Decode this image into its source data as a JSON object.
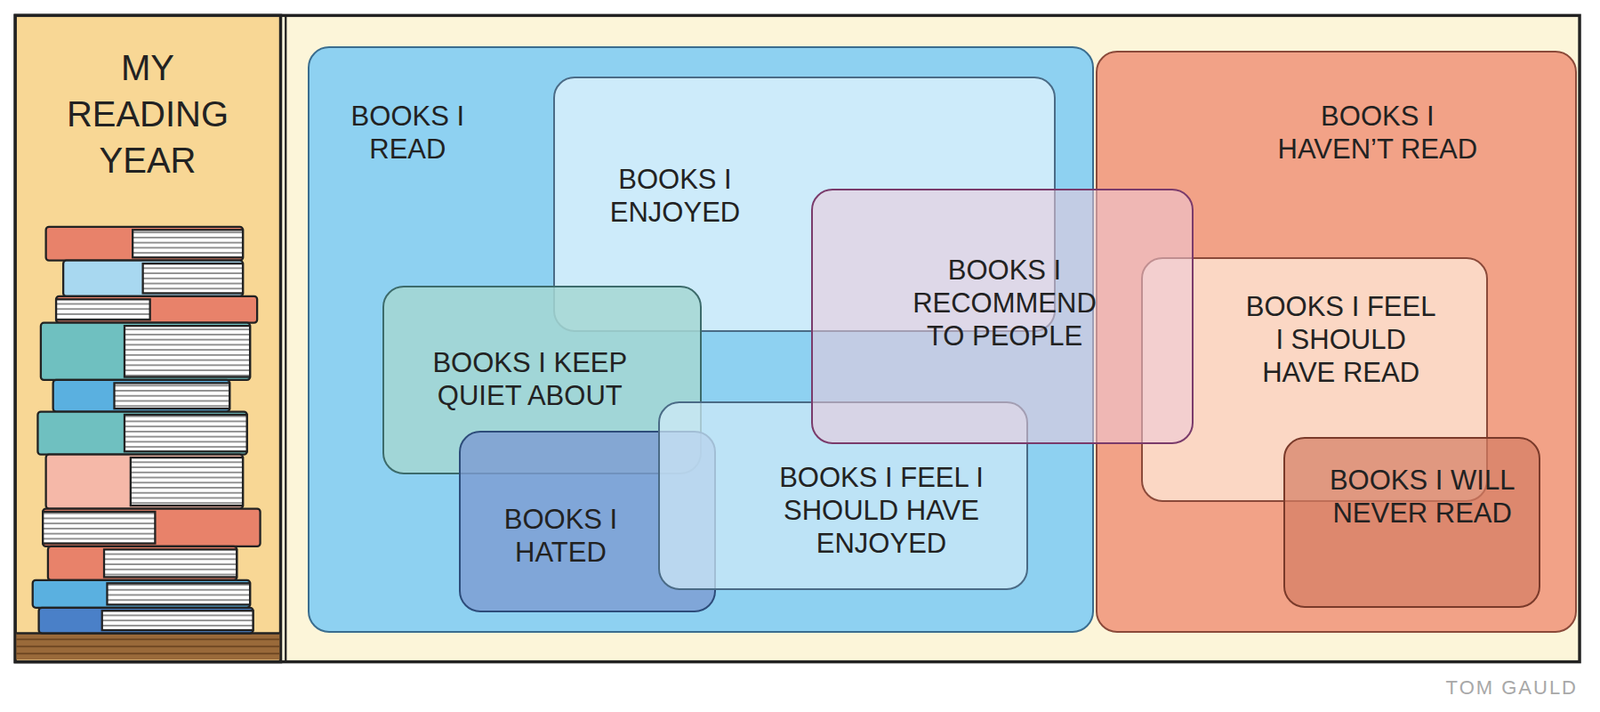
{
  "diagram": {
    "title": "MY READING YEAR",
    "nodes": [
      {
        "text": [
          "BOOKS I READ"
        ]
      },
      {
        "text": [
          "BOOKS I ENJOYED"
        ],
        "in": 0
      },
      {
        "text": [
          "BOOKS I KEEP QUIET ABOUT"
        ],
        "in": 0
      },
      {
        "text": [
          "BOOKS I HATED"
        ],
        "in": 0
      },
      {
        "text": [
          "BOOKS I FEEL I SHOULD HAVE ENJOYED"
        ],
        "in": 0
      },
      {
        "text": [
          "BOOKS I RECOMMEND TO PEOPLE"
        ]
      },
      {
        "text": [
          "BOOKS I HAVEN’T READ"
        ]
      },
      {
        "text": [
          "BOOKS I FEEL I SHOULD HAVE READ"
        ],
        "in": 6
      },
      {
        "text": [
          "BOOKS I WILL NEVER READ"
        ],
        "in": 6
      }
    ],
    "labels": [
      "TOM GAULD"
    ]
  }
}
